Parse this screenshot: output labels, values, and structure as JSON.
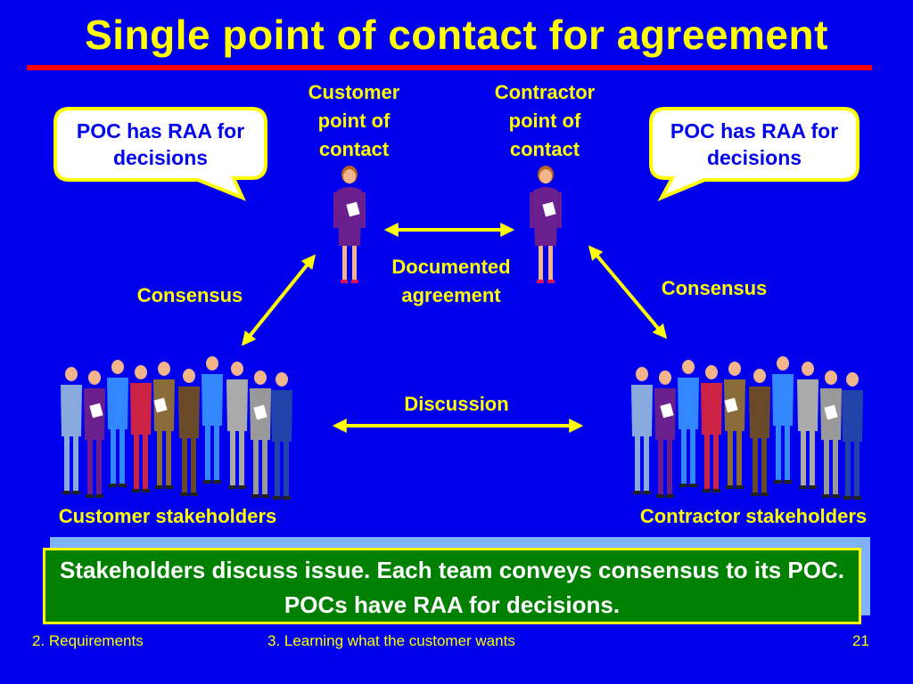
{
  "slide": {
    "title": "Single point of contact for agreement",
    "customer_poc_label": "Customer point of contact",
    "contractor_poc_label": "Contractor point of contact",
    "left_bubble_text": "POC has RAA for decisions",
    "right_bubble_text": "POC has RAA for decisions",
    "documented_agreement_label": "Documented agreement",
    "consensus_left_label": "Consensus",
    "consensus_right_label": "Consensus",
    "discussion_label": "Discussion",
    "customer_stakeholders_label": "Customer stakeholders",
    "contractor_stakeholders_label": "Contractor stakeholders",
    "summary_text": "Stakeholders discuss issue.   Each team conveys consensus  to its POC.  POCs have RAA for decisions.",
    "footer_left": "2. Requirements",
    "footer_center": "3. Learning what the customer wants",
    "footer_right": "21"
  },
  "colors": {
    "background": "#0000ee",
    "accent_yellow": "#ffff00",
    "rule_red": "#ff0000",
    "summary_box_green": "#008000"
  }
}
